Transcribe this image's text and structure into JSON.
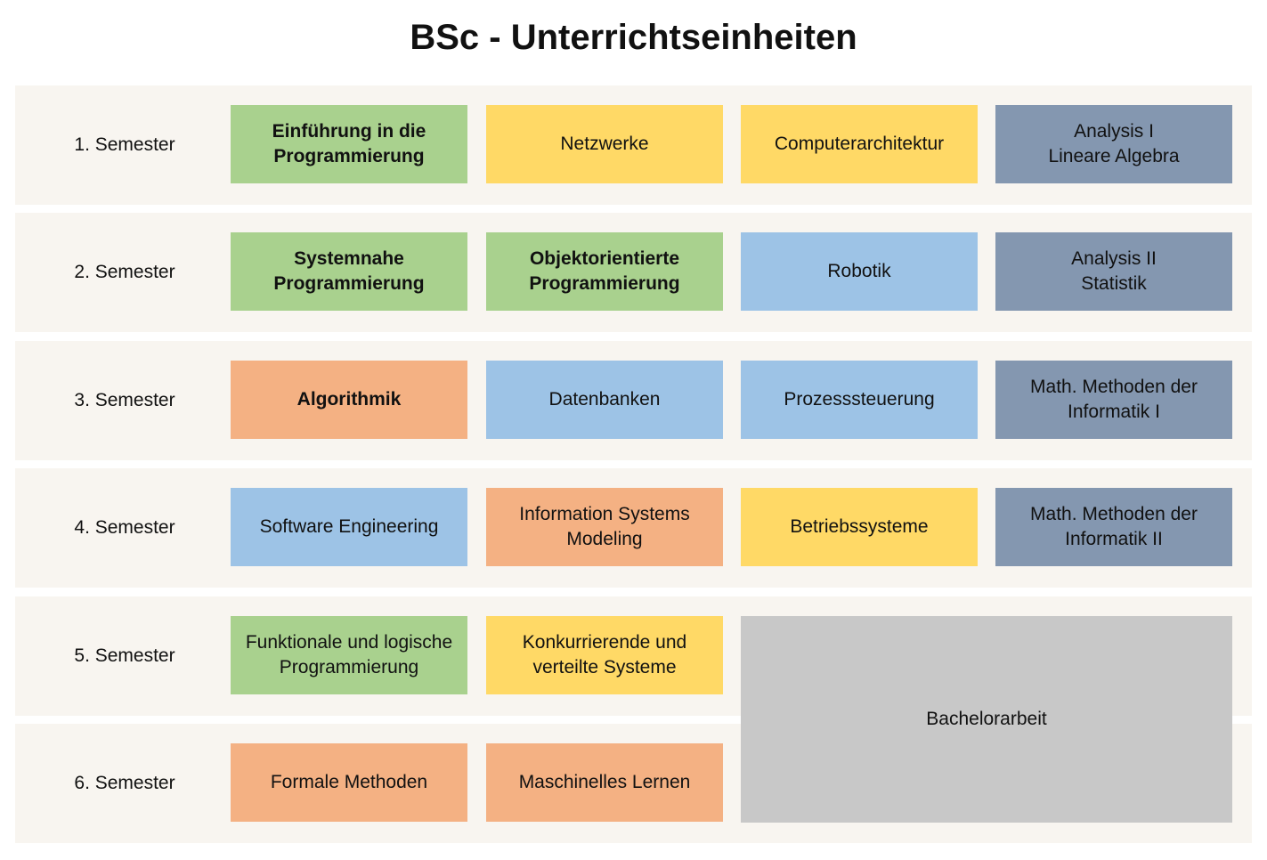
{
  "title": "BSc - Unterrichtseinheiten",
  "colors": {
    "green": "#a9d18e",
    "yellow": "#ffd966",
    "blue": "#9dc3e6",
    "slate": "#8497b0",
    "orange": "#f4b183",
    "gray": "#c8c8c8",
    "band": "#f8f5f0"
  },
  "rows": [
    {
      "label": "1. Semester",
      "modules": [
        {
          "name": "Einführung in die\nProgrammierung",
          "color": "green",
          "bold": true
        },
        {
          "name": "Netzwerke",
          "color": "yellow",
          "bold": false
        },
        {
          "name": "Computerarchitektur",
          "color": "yellow",
          "bold": false
        },
        {
          "name": "Analysis I\nLineare Algebra",
          "color": "slate",
          "bold": false
        }
      ]
    },
    {
      "label": "2. Semester",
      "modules": [
        {
          "name": "Systemnahe\nProgrammierung",
          "color": "green",
          "bold": true
        },
        {
          "name": "Objektorientierte\nProgrammierung",
          "color": "green",
          "bold": true
        },
        {
          "name": "Robotik",
          "color": "blue",
          "bold": false
        },
        {
          "name": "Analysis II\nStatistik",
          "color": "slate",
          "bold": false
        }
      ]
    },
    {
      "label": "3. Semester",
      "modules": [
        {
          "name": "Algorithmik",
          "color": "orange",
          "bold": true
        },
        {
          "name": "Datenbanken",
          "color": "blue",
          "bold": false
        },
        {
          "name": "Prozesssteuerung",
          "color": "blue",
          "bold": false
        },
        {
          "name": "Math. Methoden der\nInformatik I",
          "color": "slate",
          "bold": false
        }
      ]
    },
    {
      "label": "4. Semester",
      "modules": [
        {
          "name": "Software Engineering",
          "color": "blue",
          "bold": false
        },
        {
          "name": "Information Systems\nModeling",
          "color": "orange",
          "bold": false
        },
        {
          "name": "Betriebssysteme",
          "color": "yellow",
          "bold": false
        },
        {
          "name": "Math. Methoden der\nInformatik II",
          "color": "slate",
          "bold": false
        }
      ]
    },
    {
      "label": "5. Semester",
      "modules": [
        {
          "name": "Funktionale und logische\nProgrammierung",
          "color": "green",
          "bold": false
        },
        {
          "name": "Konkurrierende und\nverteilte Systeme",
          "color": "yellow",
          "bold": false
        }
      ]
    },
    {
      "label": "6. Semester",
      "modules": [
        {
          "name": "Formale Methoden",
          "color": "orange",
          "bold": false
        },
        {
          "name": "Maschinelles Lernen",
          "color": "orange",
          "bold": false
        }
      ]
    }
  ],
  "thesis": "Bachelorarbeit"
}
